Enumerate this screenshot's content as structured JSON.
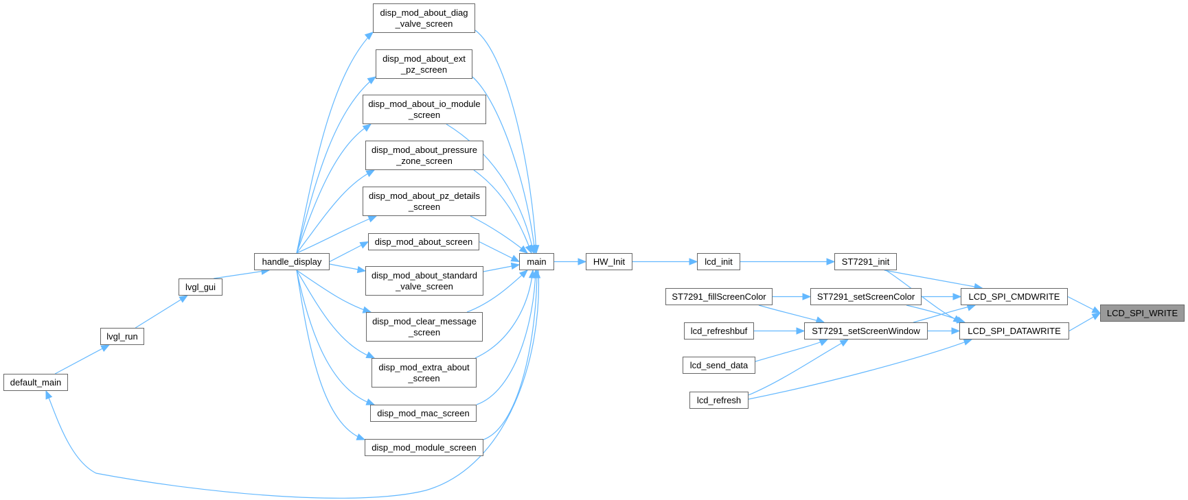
{
  "diagram": {
    "type": "doxygen-caller-graph",
    "edge_color": "#63b8ff",
    "node_border_color": "#666666",
    "current_node_color": "#999999",
    "nodes": [
      {
        "id": "diag_valve",
        "lines": [
          "disp_mod_about_diag",
          "_valve_screen"
        ]
      },
      {
        "id": "ext_pz",
        "lines": [
          "disp_mod_about_ext",
          "_pz_screen"
        ]
      },
      {
        "id": "io_module",
        "lines": [
          "disp_mod_about_io_module",
          "_screen"
        ]
      },
      {
        "id": "pressure_zone",
        "lines": [
          "disp_mod_about_pressure",
          "_zone_screen"
        ]
      },
      {
        "id": "pz_details",
        "lines": [
          "disp_mod_about_pz_details",
          "_screen"
        ]
      },
      {
        "id": "about_screen",
        "lines": [
          "disp_mod_about_screen"
        ]
      },
      {
        "id": "standard_valve",
        "lines": [
          "disp_mod_about_standard",
          "_valve_screen"
        ]
      },
      {
        "id": "clear_message",
        "lines": [
          "disp_mod_clear_message",
          "_screen"
        ]
      },
      {
        "id": "extra_about",
        "lines": [
          "disp_mod_extra_about",
          "_screen"
        ]
      },
      {
        "id": "mac_screen",
        "lines": [
          "disp_mod_mac_screen"
        ]
      },
      {
        "id": "module_screen",
        "lines": [
          "disp_mod_module_screen"
        ]
      },
      {
        "id": "handle_display",
        "lines": [
          "handle_display"
        ]
      },
      {
        "id": "lvgl_gui",
        "lines": [
          "lvgl_gui"
        ]
      },
      {
        "id": "lvgl_run",
        "lines": [
          "lvgl_run"
        ]
      },
      {
        "id": "default_main",
        "lines": [
          "default_main"
        ]
      },
      {
        "id": "main",
        "lines": [
          "main"
        ]
      },
      {
        "id": "hw_init",
        "lines": [
          "HW_Init"
        ]
      },
      {
        "id": "lcd_init",
        "lines": [
          "lcd_init"
        ]
      },
      {
        "id": "st_init",
        "lines": [
          "ST7291_init"
        ]
      },
      {
        "id": "st_fill",
        "lines": [
          "ST7291_fillScreenColor"
        ]
      },
      {
        "id": "st_setcolor",
        "lines": [
          "ST7291_setScreenColor"
        ]
      },
      {
        "id": "st_setwindow",
        "lines": [
          "ST7291_setScreenWindow"
        ]
      },
      {
        "id": "lcd_refreshbuf",
        "lines": [
          "lcd_refreshbuf"
        ]
      },
      {
        "id": "lcd_send_data",
        "lines": [
          "lcd_send_data"
        ]
      },
      {
        "id": "lcd_refresh",
        "lines": [
          "lcd_refresh"
        ]
      },
      {
        "id": "cmdwrite",
        "lines": [
          "LCD_SPI_CMDWRITE"
        ]
      },
      {
        "id": "datawrite",
        "lines": [
          "LCD_SPI_DATAWRITE"
        ]
      },
      {
        "id": "spi_write",
        "lines": [
          "LCD_SPI_WRITE"
        ],
        "current": true
      }
    ],
    "edges": [
      {
        "from": "handle_display",
        "to": "diag_valve"
      },
      {
        "from": "handle_display",
        "to": "ext_pz"
      },
      {
        "from": "handle_display",
        "to": "io_module"
      },
      {
        "from": "handle_display",
        "to": "pressure_zone"
      },
      {
        "from": "handle_display",
        "to": "pz_details"
      },
      {
        "from": "handle_display",
        "to": "about_screen"
      },
      {
        "from": "handle_display",
        "to": "standard_valve"
      },
      {
        "from": "handle_display",
        "to": "clear_message"
      },
      {
        "from": "handle_display",
        "to": "extra_about"
      },
      {
        "from": "handle_display",
        "to": "mac_screen"
      },
      {
        "from": "handle_display",
        "to": "module_screen"
      },
      {
        "from": "lvgl_gui",
        "to": "handle_display"
      },
      {
        "from": "lvgl_run",
        "to": "lvgl_gui"
      },
      {
        "from": "default_main",
        "to": "lvgl_run"
      },
      {
        "from": "diag_valve",
        "to": "main"
      },
      {
        "from": "ext_pz",
        "to": "main"
      },
      {
        "from": "io_module",
        "to": "main"
      },
      {
        "from": "pressure_zone",
        "to": "main"
      },
      {
        "from": "pz_details",
        "to": "main"
      },
      {
        "from": "about_screen",
        "to": "main"
      },
      {
        "from": "standard_valve",
        "to": "main"
      },
      {
        "from": "clear_message",
        "to": "main"
      },
      {
        "from": "extra_about",
        "to": "main"
      },
      {
        "from": "mac_screen",
        "to": "main"
      },
      {
        "from": "module_screen",
        "to": "main"
      },
      {
        "from": "main",
        "to": "default_main"
      },
      {
        "from": "main",
        "to": "hw_init"
      },
      {
        "from": "hw_init",
        "to": "lcd_init"
      },
      {
        "from": "lcd_init",
        "to": "st_init"
      },
      {
        "from": "st_init",
        "to": "cmdwrite"
      },
      {
        "from": "st_init",
        "to": "datawrite"
      },
      {
        "from": "st_fill",
        "to": "st_setcolor"
      },
      {
        "from": "st_fill",
        "to": "st_setwindow"
      },
      {
        "from": "st_setcolor",
        "to": "cmdwrite"
      },
      {
        "from": "st_setcolor",
        "to": "datawrite"
      },
      {
        "from": "st_setwindow",
        "to": "cmdwrite"
      },
      {
        "from": "st_setwindow",
        "to": "datawrite"
      },
      {
        "from": "lcd_refreshbuf",
        "to": "st_setwindow"
      },
      {
        "from": "lcd_send_data",
        "to": "st_setwindow"
      },
      {
        "from": "lcd_refresh",
        "to": "st_setwindow"
      },
      {
        "from": "lcd_refresh",
        "to": "datawrite"
      },
      {
        "from": "cmdwrite",
        "to": "spi_write"
      },
      {
        "from": "datawrite",
        "to": "spi_write"
      }
    ]
  }
}
